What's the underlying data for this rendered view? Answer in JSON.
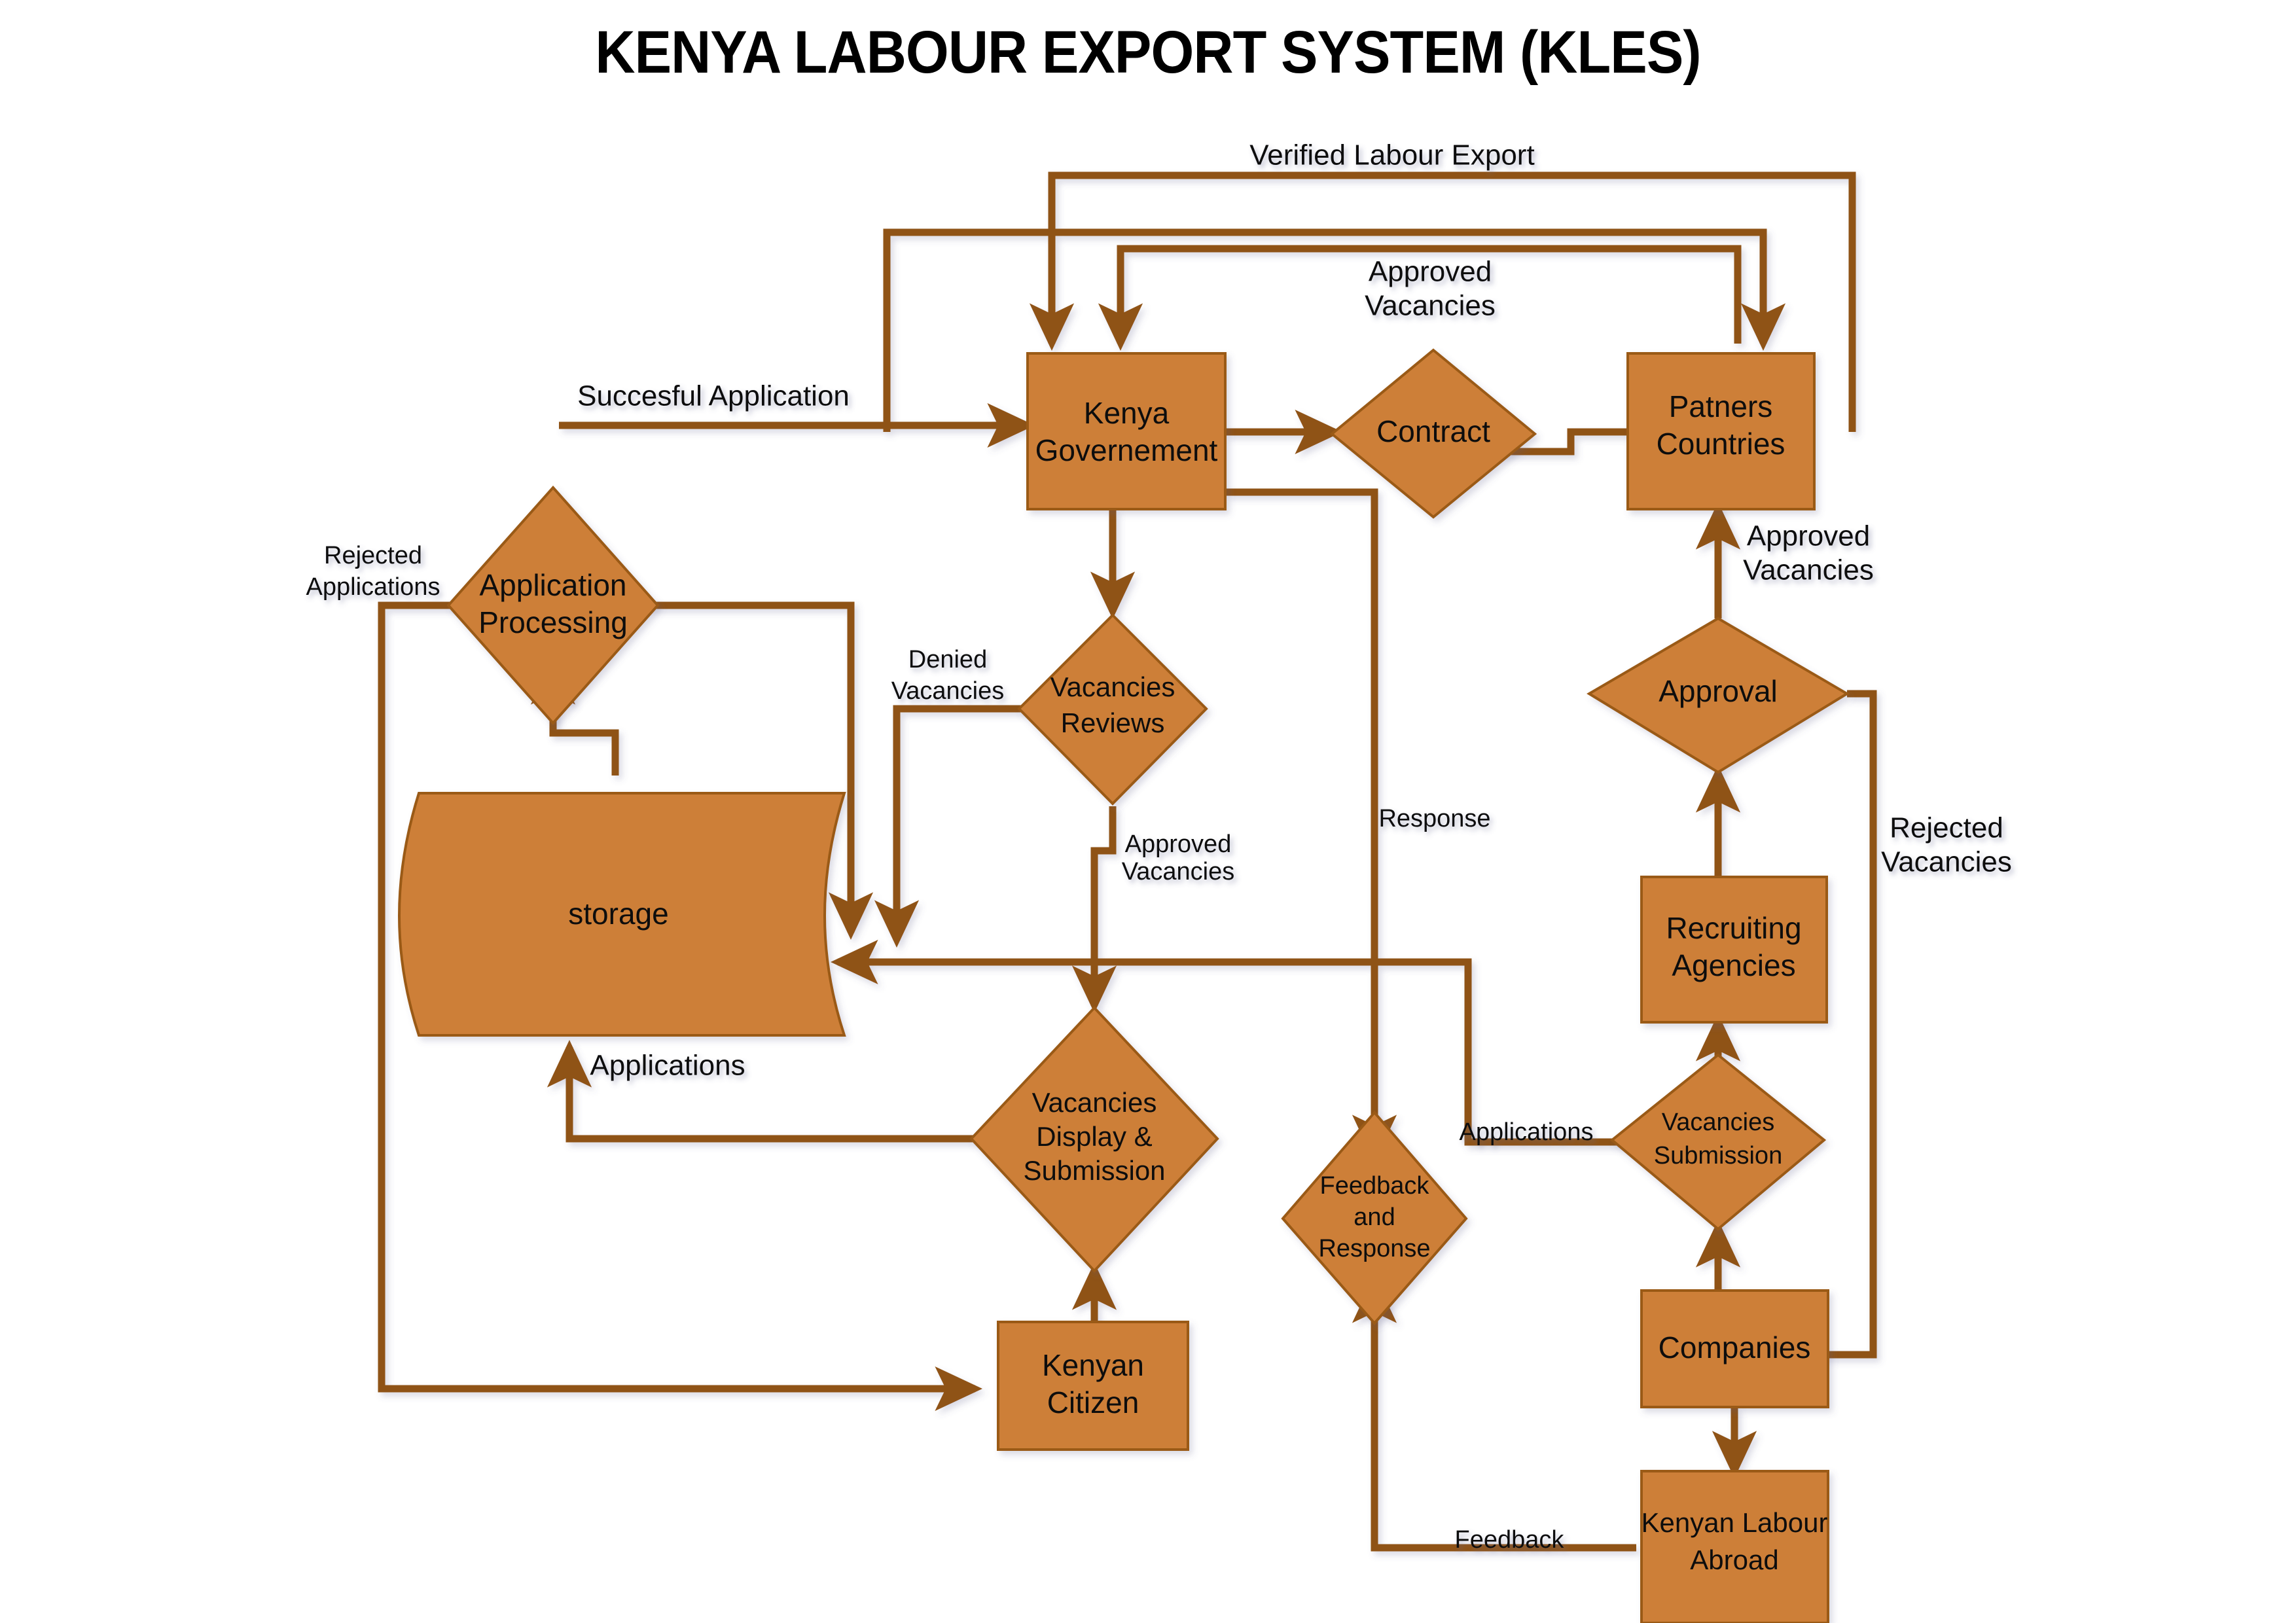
{
  "title": "KENYA LABOUR EXPORT SYSTEM (KLES)",
  "colors": {
    "node_fill": "#CD7F38",
    "node_stroke": "#9A5A16",
    "edge": "#8F5314",
    "text": "#0D0D0D",
    "background": "#FFFFFF"
  },
  "chart_data": {
    "type": "diagram",
    "title": "KENYA LABOUR EXPORT SYSTEM (KLES)",
    "diagram_kind": "flowchart",
    "nodes": [
      {
        "id": "application_processing",
        "label": "Application Processing",
        "shape": "diamond",
        "lines": [
          "Application",
          "Processing"
        ]
      },
      {
        "id": "storage",
        "label": "storage",
        "shape": "data-store",
        "lines": [
          "storage"
        ]
      },
      {
        "id": "kenya_government",
        "label": "Kenya Governement",
        "shape": "rectangle",
        "lines": [
          "Kenya",
          "Governement"
        ]
      },
      {
        "id": "contract",
        "label": "Contract",
        "shape": "diamond",
        "lines": [
          "Contract"
        ]
      },
      {
        "id": "patners_countries",
        "label": "Patners Countries",
        "shape": "rectangle",
        "lines": [
          "Patners",
          "Countries"
        ]
      },
      {
        "id": "vacancies_reviews",
        "label": "Vacancies Reviews",
        "shape": "diamond",
        "lines": [
          "Vacancies",
          "Reviews"
        ]
      },
      {
        "id": "approval",
        "label": "Approval",
        "shape": "diamond",
        "lines": [
          "Approval"
        ]
      },
      {
        "id": "recruiting_agencies",
        "label": "Recruiting Agencies",
        "shape": "rectangle",
        "lines": [
          "Recruiting",
          "Agencies"
        ]
      },
      {
        "id": "vacancies_display_submission",
        "label": "Vacancies Display & Submission",
        "shape": "diamond",
        "lines": [
          "Vacancies",
          "Display &",
          "Submission"
        ]
      },
      {
        "id": "vacancies_submission",
        "label": "Vacancies Submission",
        "shape": "diamond",
        "lines": [
          "Vacancies",
          "Submission"
        ]
      },
      {
        "id": "feedback_and_response",
        "label": "Feedback and Response",
        "shape": "diamond",
        "lines": [
          "Feedback",
          "and",
          "Response"
        ]
      },
      {
        "id": "kenyan_citizen",
        "label": "Kenyan Citizen",
        "shape": "rectangle",
        "lines": [
          "Kenyan",
          "Citizen"
        ]
      },
      {
        "id": "companies",
        "label": "Companies",
        "shape": "rectangle",
        "lines": [
          "Companies"
        ]
      },
      {
        "id": "kenyan_labour_abroad",
        "label": "Kenyan Labour Abroad",
        "shape": "rectangle",
        "lines": [
          "Kenyan Labour",
          "Abroad"
        ]
      }
    ],
    "edge_labels": [
      {
        "id": "verified_labour_export",
        "text": "Verified Labour Export"
      },
      {
        "id": "approved_vacancies_top",
        "text": "Approved Vacancies",
        "lines": [
          "Approved",
          "Vacancies"
        ]
      },
      {
        "id": "succesful_application",
        "text": "Succesful Application"
      },
      {
        "id": "rejected_applications",
        "text": "Rejected Applications",
        "lines": [
          "Rejected",
          "Applications"
        ]
      },
      {
        "id": "denied_vacancies",
        "text": "Denied Vacancies",
        "lines": [
          "Denied",
          "Vacancies"
        ]
      },
      {
        "id": "approved_vacancies_mid",
        "text": "Approved Vacancies",
        "lines": [
          "Approved",
          "Vacancies"
        ]
      },
      {
        "id": "approved_vacancies_right",
        "text": "Approved Vacancies",
        "lines": [
          "Approved",
          "Vacancies"
        ]
      },
      {
        "id": "rejected_vacancies",
        "text": "Rejected Vacancies",
        "lines": [
          "Rejected",
          "Vacancies"
        ]
      },
      {
        "id": "response",
        "text": "Response"
      },
      {
        "id": "applications_left",
        "text": "Applications"
      },
      {
        "id": "applications_right",
        "text": "Applications"
      },
      {
        "id": "feedback",
        "text": "Feedback"
      }
    ],
    "edges": [
      {
        "from": "application_processing",
        "to": "kenya_government",
        "label": "Succesful Application"
      },
      {
        "from": "application_processing",
        "to": "kenyan_citizen",
        "label": "Rejected Applications"
      },
      {
        "from": "application_processing",
        "to": "storage",
        "label": ""
      },
      {
        "from": "storage",
        "to": "application_processing",
        "label": ""
      },
      {
        "from": "kenya_government",
        "to": "contract",
        "label": ""
      },
      {
        "from": "kenya_government",
        "to": "vacancies_reviews",
        "label": ""
      },
      {
        "from": "kenya_government",
        "to": "feedback_and_response",
        "label": "Response"
      },
      {
        "from": "patners_countries",
        "to": "contract",
        "label": ""
      },
      {
        "from": "patners_countries",
        "to": "kenya_government",
        "label": "Verified Labour Export"
      },
      {
        "from": "patners_countries",
        "to": "kenya_government",
        "label": "Approved Vacancies"
      },
      {
        "from": "vacancies_reviews",
        "to": "storage",
        "label": "Denied Vacancies"
      },
      {
        "from": "vacancies_reviews",
        "to": "vacancies_display_submission",
        "label": "Approved Vacancies"
      },
      {
        "from": "approval",
        "to": "patners_countries",
        "label": "Approved Vacancies"
      },
      {
        "from": "approval",
        "to": "companies",
        "label": "Rejected Vacancies"
      },
      {
        "from": "recruiting_agencies",
        "to": "approval",
        "label": ""
      },
      {
        "from": "vacancies_submission",
        "to": "recruiting_agencies",
        "label": ""
      },
      {
        "from": "vacancies_submission",
        "to": "storage",
        "label": "Applications"
      },
      {
        "from": "companies",
        "to": "vacancies_submission",
        "label": ""
      },
      {
        "from": "companies",
        "to": "kenyan_labour_abroad",
        "label": ""
      },
      {
        "from": "kenyan_citizen",
        "to": "vacancies_display_submission",
        "label": ""
      },
      {
        "from": "vacancies_display_submission",
        "to": "storage",
        "label": "Applications"
      },
      {
        "from": "kenyan_labour_abroad",
        "to": "feedback_and_response",
        "label": "Feedback"
      },
      {
        "from": "feedback_and_response",
        "to": "kenya_government",
        "label": ""
      }
    ]
  }
}
